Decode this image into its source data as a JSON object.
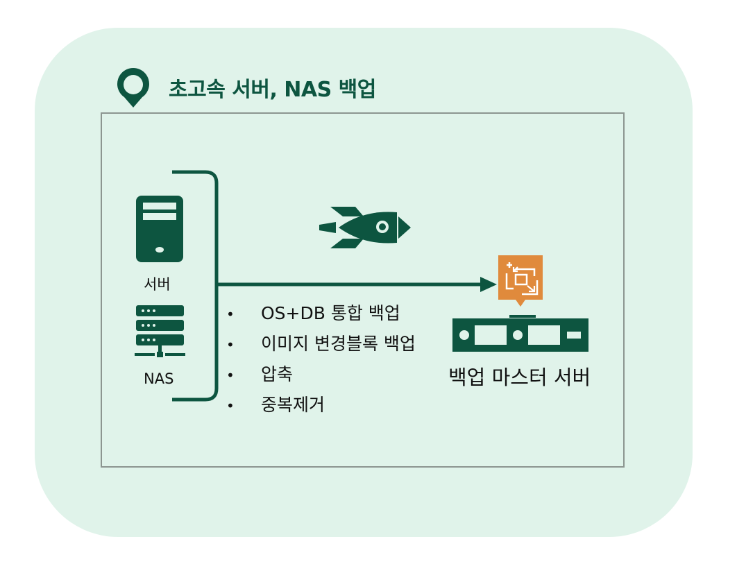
{
  "title": "초고속 서버, NAS 백업",
  "colors": {
    "card_background": "#e0f3ea",
    "accent_green": "#0d5540",
    "backup_orange": "#e08a3c",
    "frame_border": "#8c9590"
  },
  "icons": {
    "title": "location-pin-icon",
    "server": "server-tower-icon",
    "nas": "nas-storage-icon",
    "speed": "rocket-icon",
    "backup": "backup-transfer-icon",
    "master_server": "rack-server-icon"
  },
  "sources": {
    "server_label": "서버",
    "nas_label": "NAS"
  },
  "features": {
    "bullet": "•",
    "items": [
      "OS+DB 통합 백업",
      "이미지 변경블록 백업",
      "압축",
      "중복제거"
    ]
  },
  "destination": {
    "label": "백업 마스터 서버"
  }
}
